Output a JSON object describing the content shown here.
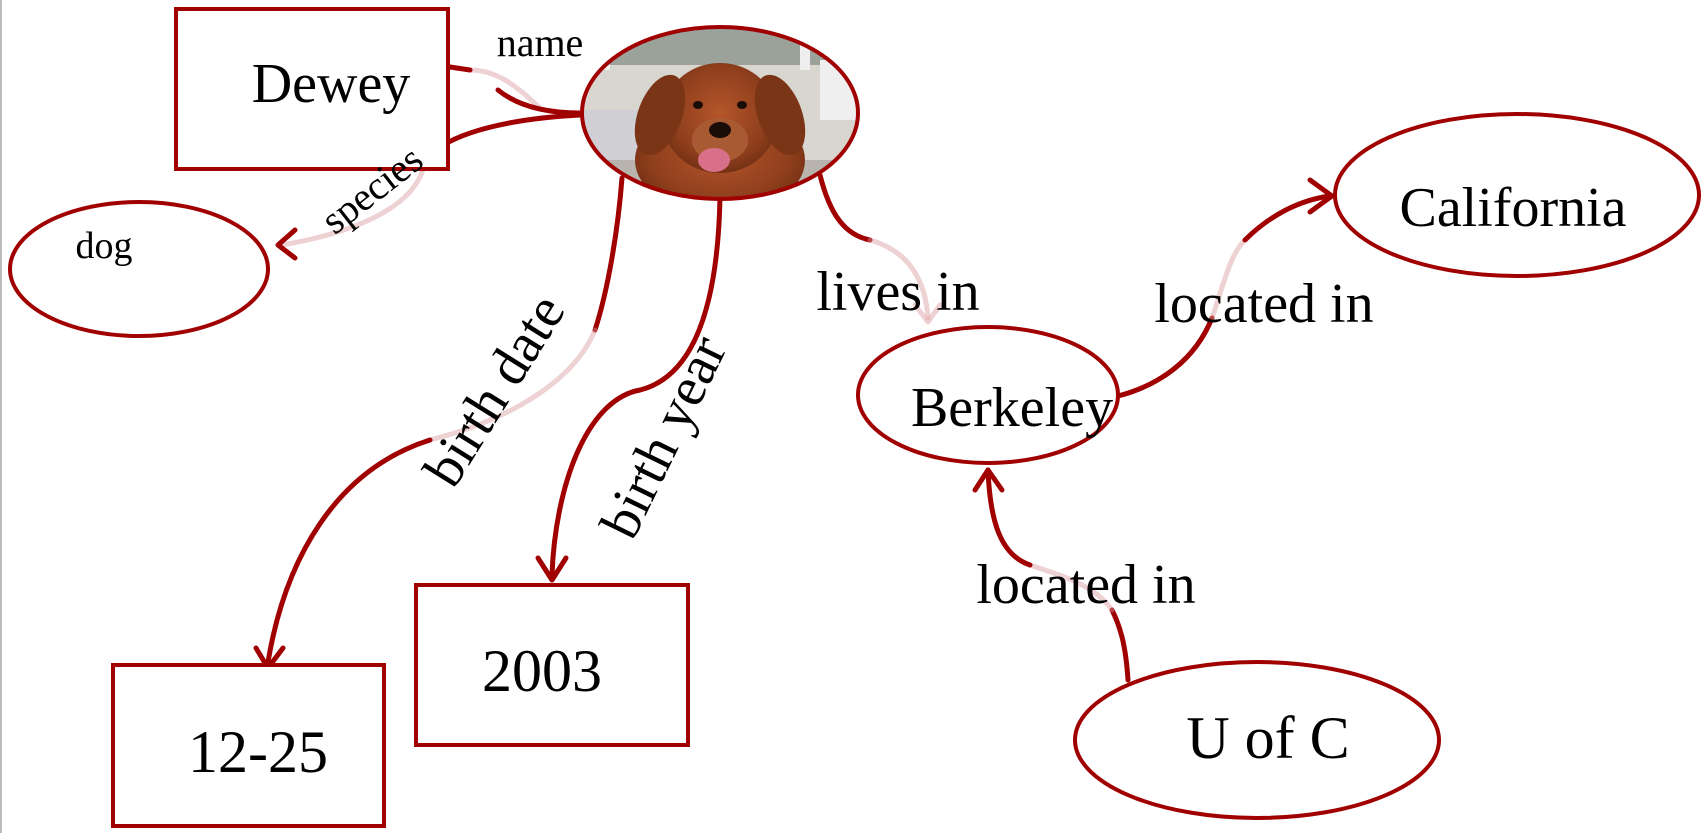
{
  "colors": {
    "accent": "#a00000",
    "accent_faded": "#d9999b",
    "text": "#000000",
    "background": "#ffffff"
  },
  "nodes": {
    "center": {
      "kind": "ellipse",
      "icon": "dog-photo"
    },
    "dewey": {
      "kind": "rect",
      "label": "Dewey"
    },
    "dog": {
      "kind": "ellipse",
      "label": "dog"
    },
    "date": {
      "kind": "rect",
      "label": "12-25"
    },
    "year": {
      "kind": "rect",
      "label": "2003"
    },
    "berkeley": {
      "kind": "ellipse",
      "label": "Berkeley"
    },
    "california": {
      "kind": "ellipse",
      "label": "California"
    },
    "uofc": {
      "kind": "ellipse",
      "label": "U of C"
    }
  },
  "edges": {
    "name": {
      "from": "center",
      "to": "dewey",
      "label": "name"
    },
    "species": {
      "from": "center",
      "to": "dog",
      "label": "species"
    },
    "birth_date": {
      "from": "center",
      "to": "date",
      "label": "birth date"
    },
    "birth_year": {
      "from": "center",
      "to": "year",
      "label": "birth year"
    },
    "lives_in": {
      "from": "center",
      "to": "berkeley",
      "label": "lives in"
    },
    "located_in_state": {
      "from": "berkeley",
      "to": "california",
      "label": "located in"
    },
    "located_in_city": {
      "from": "uofc",
      "to": "berkeley",
      "label": "located in"
    }
  }
}
